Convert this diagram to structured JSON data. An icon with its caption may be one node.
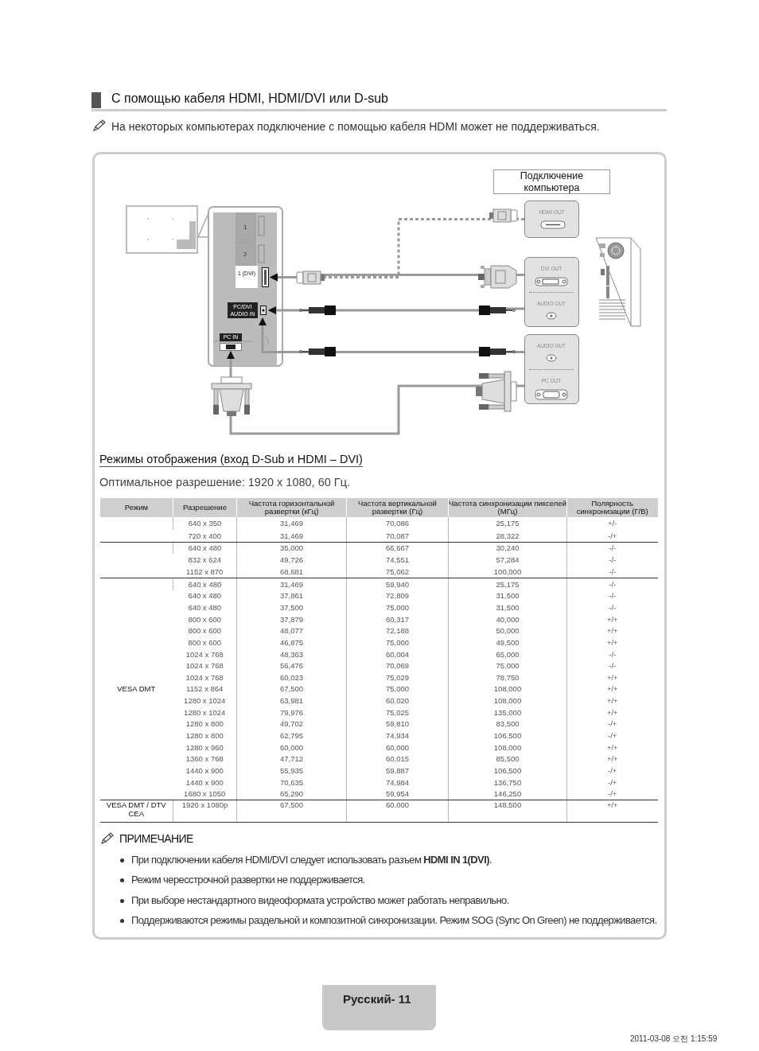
{
  "diagram": {
    "title": "С помощью кабеля HDMI, HDMI/DVI или D-sub",
    "nodes": [
      {
        "text": [
          "1 (DVI)"
        ]
      },
      {
        "text": [
          "PC/DVI AUDIO IN"
        ]
      },
      {
        "text": [
          "PC IN"
        ]
      },
      {
        "text": [
          "HDMI OUT"
        ]
      },
      {
        "text": [],
        "shape": "box"
      },
      {
        "text": [
          "DVI OUT"
        ],
        "in": 4
      },
      {
        "text": [
          "AUDIO OUT"
        ],
        "in": 4
      },
      {
        "text": [],
        "shape": "box"
      },
      {
        "text": [
          "AUDIO OUT"
        ],
        "in": 7
      },
      {
        "text": [
          "PC OUT"
        ],
        "in": 7
      }
    ],
    "edges": [
      {
        "from": 3,
        "to": 0,
        "arrow": "to",
        "style": "dashed"
      },
      {
        "from": 5,
        "to": 0,
        "arrow": "to"
      },
      {
        "from": 6,
        "to": 1,
        "arrow": "to"
      },
      {
        "from": 8,
        "to": 1,
        "arrow": "to"
      },
      {
        "from": 9,
        "to": 2,
        "arrow": "to"
      }
    ],
    "labels": [
      "На некоторых компьютерах подключение с помощью кабеля HDMI может не поддерживаться.",
      "Подключение компьютера",
      "1",
      "2",
      "Режимы отображения (вход D-Sub и HDMI – DVI)",
      "Оптимальное разрешение: 1920 x 1080, 60 Гц.",
      "Режим",
      "Разрешение",
      "Частота горизонтальной развертки (кГц)",
      "Частота вертикальной развертки (Гц)",
      "Частота синхронизации пикселей (МГц)",
      "Полярность синхронизации (Г/В)",
      "640 x 350",
      "31,469",
      "70,086",
      "25,175",
      "+/-",
      "720 x 400",
      "31,469",
      "70,087",
      "28,322",
      "-/+",
      "640 x 480",
      "35,000",
      "66,667",
      "30,240",
      "-/-",
      "832 x 624",
      "49,726",
      "74,551",
      "57,284",
      "-/-",
      "1152 x 870",
      "68,681",
      "75,062",
      "100,000",
      "-/-",
      "VESA DMT",
      "640 x 480",
      "31,469",
      "59,940",
      "25,175",
      "-/-",
      "640 x 480",
      "37,861",
      "72,809",
      "31,500",
      "-/-",
      "640 x 480",
      "37,500",
      "75,000",
      "31,500",
      "-/-",
      "800 x 600",
      "37,879",
      "60,317",
      "40,000",
      "+/+",
      "800 x 600",
      "48,077",
      "72,188",
      "50,000",
      "+/+",
      "800 x 600",
      "46,875",
      "75,000",
      "49,500",
      "+/+",
      "1024 x 768",
      "48,363",
      "60,004",
      "65,000",
      "-/-",
      "1024 x 768",
      "56,476",
      "70,069",
      "75,000",
      "-/-",
      "1024 x 768",
      "60,023",
      "75,029",
      "78,750",
      "+/+",
      "1152 x 864",
      "67,500",
      "75,000",
      "108,000",
      "+/+",
      "1280 x 1024",
      "63,981",
      "60,020",
      "108,000",
      "+/+",
      "1280 x 1024",
      "79,976",
      "75,025",
      "135,000",
      "+/+",
      "1280 x 800",
      "49,702",
      "59,810",
      "83,500",
      "-/+",
      "1280 x 800",
      "62,795",
      "74,934",
      "106,500",
      "-/+",
      "1280 x 960",
      "60,000",
      "60,000",
      "108,000",
      "+/+",
      "1360 x 768",
      "47,712",
      "60,015",
      "85,500",
      "+/+",
      "1440 x 900",
      "55,935",
      "59,887",
      "106,500",
      "-/+",
      "1440 x 900",
      "70,635",
      "74,984",
      "136,750",
      "-/+",
      "1680 x 1050",
      "65,290",
      "59,954",
      "146,250",
      "-/+",
      "VESA DMT / DTV CEA",
      "1920 x 1080p",
      "67,500",
      "60,000",
      "148,500",
      "+/+",
      "ПРИМЕЧАНИЕ",
      "При подключении кабеля HDMI/DVI следует использовать разъем **HDMI IN 1(DVI)**.",
      "Режим чересстрочной развертки не поддерживается.",
      "При выборе нестандартного видеоформата устройство может работать неправильно.",
      "Поддерживаются режимы раздельной и композитной синхронизации. Режим SOG (Sync On Green) не поддерживается.",
      "Русский- 11",
      "2011-03-08 오전 1:15:59"
    ]
  }
}
